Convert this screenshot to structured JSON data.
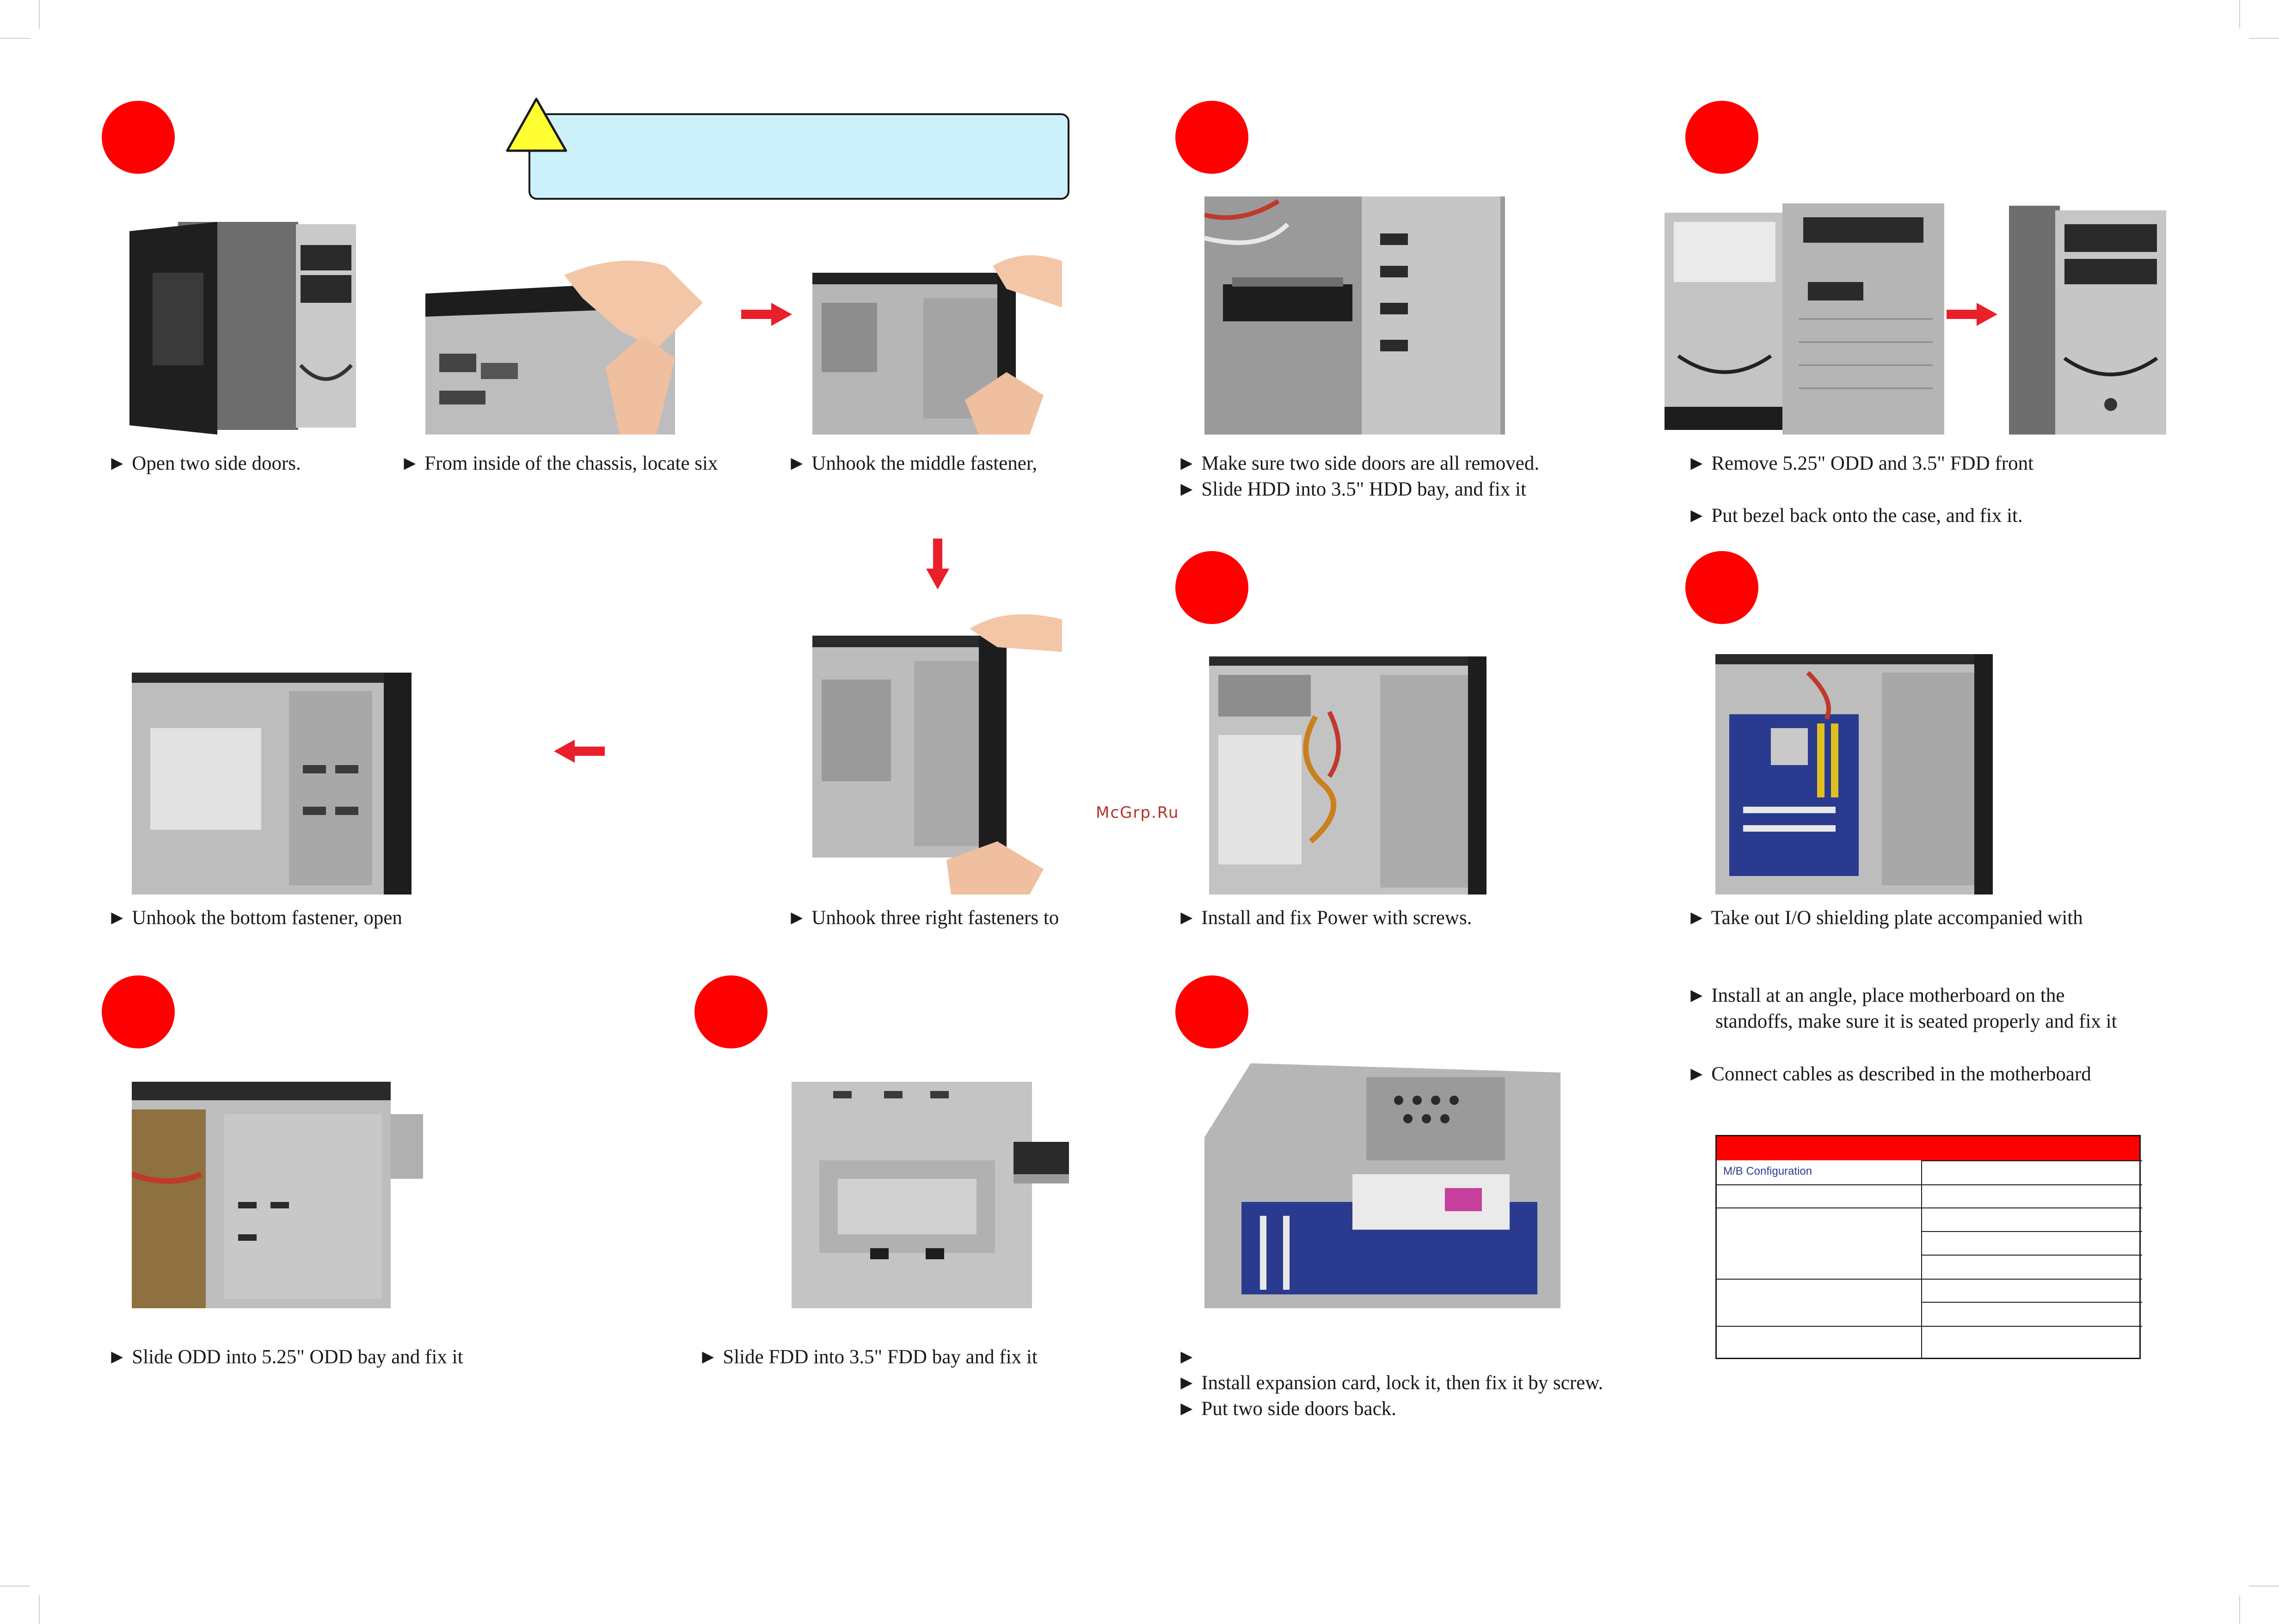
{
  "captions": {
    "c1": "► Open two side doors.",
    "c2": "► From inside of the chassis, locate six",
    "c3": "► Unhook the middle fastener,",
    "c4a": "► Make sure two side doors are all removed.",
    "c4b": "► Slide HDD into 3.5\" HDD bay, and fix it",
    "c5a": "► Remove 5.25\" ODD and 3.5\" FDD front",
    "c5b": "► Put bezel back onto the case, and fix it.",
    "c6": "► Unhook the bottom fastener, open",
    "c7": "► Unhook three right fasteners to",
    "c8": "► Install and fix Power with screws.",
    "c9": "► Take out I/O shielding plate accompanied with",
    "c10a": "► Install at an angle, place motherboard on the",
    "c10b": "standoffs, make sure it is seated properly and fix it",
    "c11": "► Connect cables as described in the motherboard",
    "c12": "► Slide ODD into 5.25\" ODD bay and fix it",
    "c13": "► Slide FDD into 3.5\" FDD bay and fix it",
    "c14a": "►",
    "c14b": "► Install expansion card, lock it, then fix it by screw.",
    "c14c": "► Put two side doors back."
  },
  "table": {
    "row1_label": "M/B Configuration"
  },
  "watermark": "McGrp.Ru",
  "colors": {
    "step_marker": "#ff0000",
    "warning_box": "#cdf1fb",
    "warning_triangle": "#ffff33",
    "arrow": "#e8202a"
  }
}
